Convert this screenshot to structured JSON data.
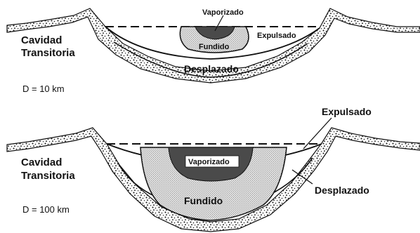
{
  "panels": [
    {
      "title_line1": "Cavidad",
      "title_line2": "Transitoria",
      "diameter": "D = 10 km",
      "vaporizado": "Vaporizado",
      "fundido": "Fundido",
      "expulsado": "Expulsado",
      "desplazado": "Desplazado"
    },
    {
      "title_line1": "Cavidad",
      "title_line2": "Transitoria",
      "diameter": "D = 100 km",
      "vaporizado": "Vaporizado",
      "fundido": "Fundido",
      "expulsado": "Expulsado",
      "desplazado": "Desplazado"
    }
  ],
  "colors": {
    "ink": "#111111",
    "vapor": "#4a4a4a",
    "background": "#ffffff"
  }
}
